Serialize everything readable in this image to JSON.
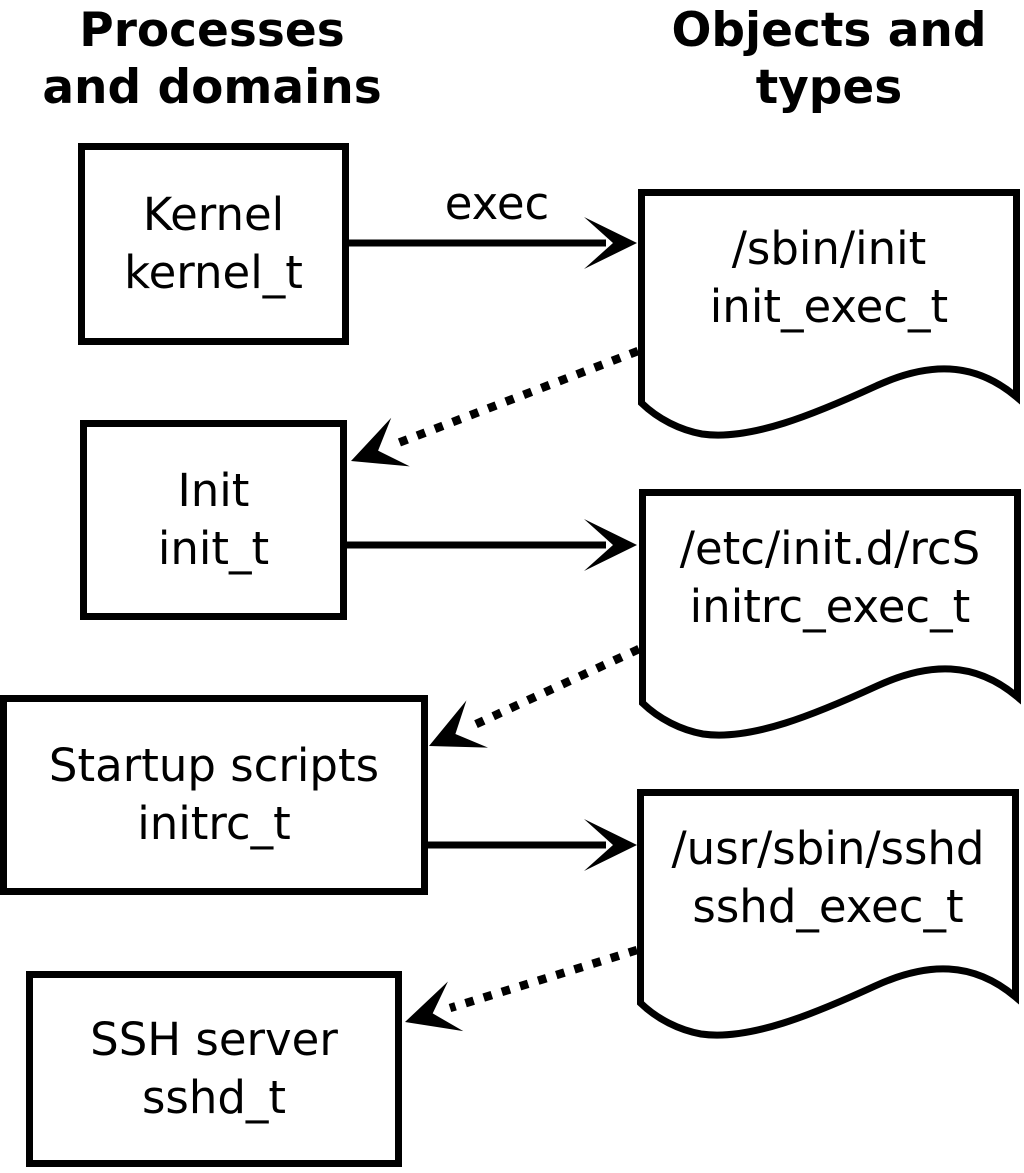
{
  "headers": {
    "left": {
      "line1": "Processes",
      "line2": "and domains"
    },
    "right": {
      "line1": "Objects and",
      "line2": "types"
    }
  },
  "processes": [
    {
      "name": "Kernel",
      "type": "kernel_t"
    },
    {
      "name": "Init",
      "type": "init_t"
    },
    {
      "name": "Startup scripts",
      "type": "initrc_t"
    },
    {
      "name": "SSH server",
      "type": "sshd_t"
    }
  ],
  "objects": [
    {
      "path": "/sbin/init",
      "type": "init_exec_t"
    },
    {
      "path": "/etc/init.d/rcS",
      "type": "initrc_exec_t"
    },
    {
      "path": "/usr/sbin/sshd",
      "type": "sshd_exec_t"
    }
  ],
  "edges": {
    "exec_label": "exec"
  },
  "connections": [
    {
      "from": "kernel_t",
      "to": "init_exec_t",
      "style": "solid",
      "label": "exec"
    },
    {
      "from": "init_exec_t",
      "to": "init_t",
      "style": "dotted",
      "label": ""
    },
    {
      "from": "init_t",
      "to": "initrc_exec_t",
      "style": "solid",
      "label": ""
    },
    {
      "from": "initrc_exec_t",
      "to": "initrc_t",
      "style": "dotted",
      "label": ""
    },
    {
      "from": "initrc_t",
      "to": "sshd_exec_t",
      "style": "solid",
      "label": ""
    },
    {
      "from": "sshd_exec_t",
      "to": "sshd_t",
      "style": "dotted",
      "label": ""
    }
  ],
  "colors": {
    "foreground": "#000000",
    "background": "#ffffff"
  }
}
